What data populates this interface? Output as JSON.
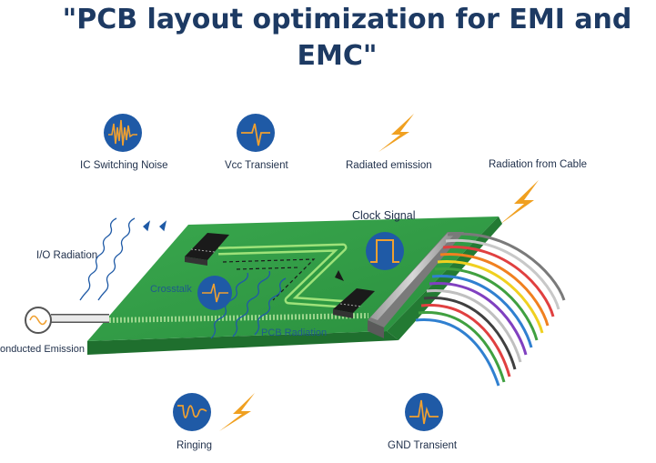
{
  "title": {
    "line1": "\"PCB layout optimization for EMI and",
    "line2": "EMC\""
  },
  "labels": {
    "ic_switching_noise": "IC Switching Noise",
    "vcc_transient": "Vcc Transient",
    "radiated_emission": "Radiated emission",
    "radiation_from_cable": "Radiation from Cable",
    "clock_signal": "Clock Signal",
    "io_radiation": "I/O Radiation",
    "crosstalk": "Crosstalk",
    "pcb_radiation": "PCB Radiation",
    "conducted_emission": "onducted Emission",
    "ringing": "Ringing",
    "gnd_transient": "GND Transient"
  },
  "icons": {
    "ic_switching_noise": "noise-wave-icon",
    "vcc_transient": "transient-dip-icon",
    "radiated_emission": "lightning-icon",
    "radiation_from_cable": "lightning-icon",
    "clock_signal": "square-pulse-icon",
    "crosstalk": "crosstalk-pulse-icon",
    "conducted_emission": "sine-source-icon",
    "ringing": "ringing-wave-icon",
    "gnd_transient": "gnd-spike-icon"
  },
  "colors": {
    "title": "#1d3a63",
    "icon_circle": "#1f5aa6",
    "icon_wave": "#f0a030",
    "lightning": "#f0a020",
    "pcb_top": "#2e9a42",
    "pcb_side": "#1f6f2e",
    "trace": "#9ee27a",
    "ribbon": [
      "#c8c8c8",
      "#7a7a7a",
      "#e04040",
      "#f08020",
      "#f0d020",
      "#40a040",
      "#3080d0",
      "#8040c0",
      "#c0c0c0",
      "#404040",
      "#e04040",
      "#40a040",
      "#3080d0",
      "#f08020",
      "#e04040"
    ]
  }
}
